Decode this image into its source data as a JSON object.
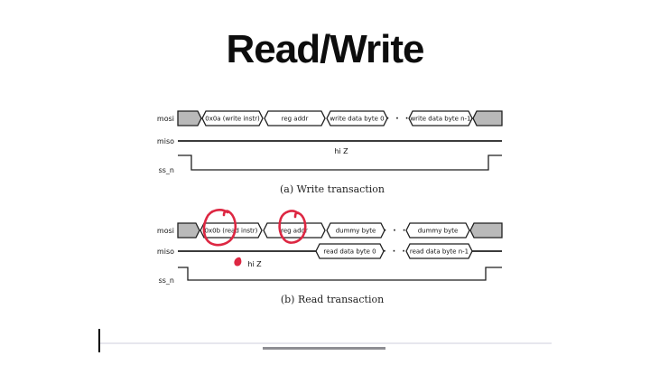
{
  "slide": {
    "title": "Read/Write"
  },
  "diagram_a": {
    "caption": "(a) Write transaction",
    "signals": {
      "mosi": "mosi",
      "miso": "miso",
      "ssn": "ss_n"
    },
    "mosi_segments": [
      "0x0a (write instr)",
      "reg addr",
      "write data byte 0",
      "write data byte n-1"
    ],
    "ellipsis": "· · ·",
    "miso_state": "hi Z"
  },
  "diagram_b": {
    "caption": "(b) Read transaction",
    "signals": {
      "mosi": "mosi",
      "miso": "miso",
      "ssn": "ss_n"
    },
    "mosi_segments": [
      "0x0b (read instr)",
      "reg addr",
      "dummy byte",
      "dummy byte"
    ],
    "miso_segments": [
      "read data byte 0",
      "read data byte n-1"
    ],
    "ellipsis": "· · ·",
    "miso_state": "hi Z"
  },
  "annotations": {
    "circled_items": [
      "0x0b (read instr)",
      "reg addr"
    ],
    "mark_near": "hi Z"
  },
  "colors": {
    "annotation_red": "#dd2742",
    "bus_gray": "#b9b9b9",
    "line_dark": "#1f1f1f",
    "scrollbar_thumb": "#8e8e93",
    "scrollbar_track": "#e7e7ee"
  }
}
